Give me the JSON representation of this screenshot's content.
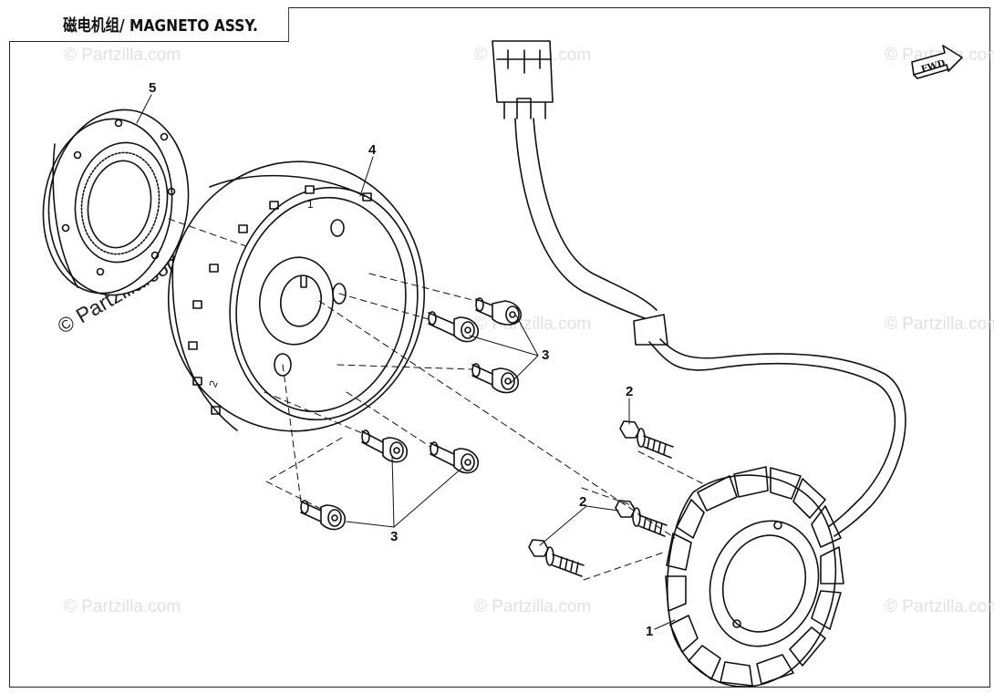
{
  "title": "磁电机组/ MAGNETO ASSY.",
  "fwd_label": "FWD",
  "watermark_text": "© Partzilla.com",
  "callouts": {
    "stator": "1",
    "bolt_a": "2",
    "bolt_b": "2",
    "screw_a": "3",
    "screw_b": "3",
    "flywheel": "4",
    "starter_clutch": "5"
  },
  "flywheel_marks": {
    "mark_1": "1",
    "mark_2": "2"
  },
  "colors": {
    "line": "#111111",
    "watermark": "#e1e1e1"
  }
}
